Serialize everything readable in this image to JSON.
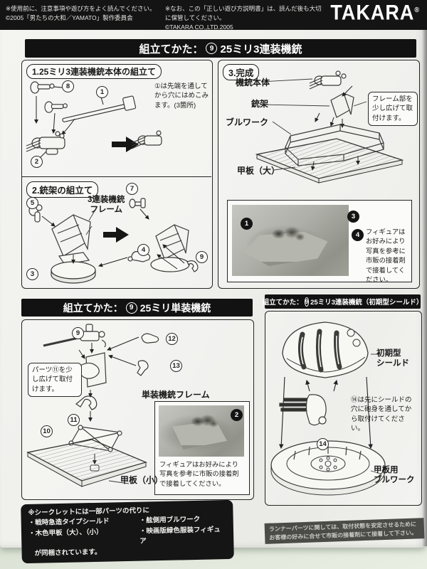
{
  "header": {
    "notice_left_1": "※使用前に、注意事項や遊び方をよく読んでください。",
    "notice_left_2": "©2005「男たちの大和／YAMATO」製作委員会",
    "notice_mid_1": "※なお、この「正しい遊び方説明書」は、読んだ後も大切に保管してください。",
    "notice_mid_2": "©TAKARA CO.,LTD.2005",
    "logo": "TAKARA",
    "logo_reg": "®"
  },
  "main_title": {
    "prefix": "組立てかた：",
    "num": "9",
    "name": "25ミリ3連装機銃"
  },
  "sec1": {
    "title": "1.25ミリ3連装機銃本体の組立て",
    "note": "①は先端を通してから穴にはめこみます。(3箇所)",
    "parts": {
      "a": "8",
      "b": "1",
      "c": "2"
    }
  },
  "sec2": {
    "title": "2.銃架の組立て",
    "frame_label_1": "3連装機銃",
    "frame_label_2": "フレーム",
    "parts": {
      "a": "5",
      "b": "3",
      "c": "4",
      "d": "7",
      "e": "9"
    }
  },
  "sec3": {
    "title": "3.完成",
    "label_gun": "機銃本体",
    "label_mount": "銃架",
    "label_bulwark": "ブルワーク",
    "label_deck": "甲板（大）",
    "callout": "フレーム部を少し広げて取付けます。",
    "photo": {
      "m1": "1",
      "m3": "3",
      "m4": "4",
      "caption": "フィギュアはお好みにより写真を参考に市販の接着剤で接着してください。"
    }
  },
  "single": {
    "title_prefix": "組立てかた：",
    "title_num": "9",
    "title_name": "25ミリ単装機銃",
    "callout": "パーツ⑪を少し広げて取付けます。",
    "frame_label": "単装機銃フレーム",
    "deck_label": "甲板（小）",
    "parts": {
      "a": "9",
      "b": "12",
      "c": "13",
      "d": "11",
      "e": "10"
    },
    "photo": {
      "m2": "2",
      "caption": "フィギュアはお好みにより写真を参考に市販の接着剤で接着してください。"
    }
  },
  "shield": {
    "title_prefix": "組立てかた：",
    "title_num": "9",
    "title_name": "25ミリ3連装機銃（初期型シールド）",
    "shield_label_1": "初期型",
    "shield_label_2": "シールド",
    "part": "14",
    "note": "⑭は先にシールドの穴に砲身を通してから取付けてください。",
    "bulwark_label_1": "甲板用",
    "bulwark_label_2": "ブルワーク"
  },
  "secret": {
    "line1": "※シークレットには一部パーツの代りに",
    "b1": "・戦時急造タイプシールド",
    "b2": "・木色甲板（大）、（小）",
    "b3": "・舷側用ブルワーク",
    "b4": "・映画版緑色服装フィギュア",
    "line_end": "が同梱されています。"
  },
  "runner_note": "ランナーパーツに関しては、取付状態を安定させるためにお客様の好みに合せて市販の接着剤にて接着して下さい。"
}
